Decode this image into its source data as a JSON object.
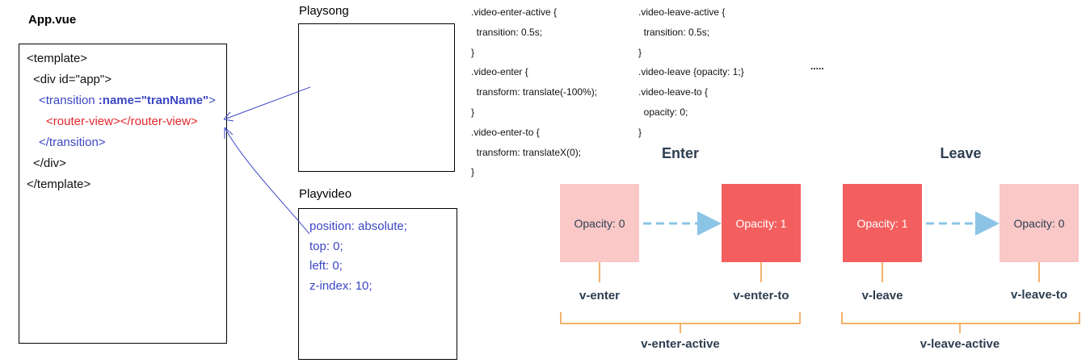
{
  "app_title": "App.vue",
  "template_code": {
    "line1": "<template>",
    "line2": "<div id=\"app\">",
    "line3_a": "<transition ",
    "line3_b": ":name=\"tranName\"",
    "line3_c": ">",
    "line4": "<router-view></router-view>",
    "line5": "</transition>",
    "line6": "</div>",
    "line7": "</template>"
  },
  "playsong": {
    "title": "Playsong"
  },
  "playvideo": {
    "title": "Playvideo",
    "lines": [
      "position: absolute;",
      "top: 0;",
      "left: 0;",
      "z-index: 10;"
    ]
  },
  "css_enter": [
    ".video-enter-active {",
    "  transition: 0.5s;",
    "}",
    ".video-enter {",
    "  transform: translate(-100%);",
    "}",
    ".video-enter-to {",
    "  transform: translateX(0);",
    "}"
  ],
  "css_leave": [
    ".video-leave-active {",
    "  transition: 0.5s;",
    "}",
    ".video-leave {opacity: 1;}",
    ".video-leave-to {",
    "  opacity: 0;",
    "}"
  ],
  "ellipsis": ".....",
  "diagram": {
    "enter_title": "Enter",
    "leave_title": "Leave",
    "enter_from": "Opacity: 0",
    "enter_to": "Opacity: 1",
    "leave_from": "Opacity: 1",
    "leave_to": "Opacity: 0",
    "lbl_v_enter": "v-enter",
    "lbl_v_enter_to": "v-enter-to",
    "lbl_v_leave": "v-leave",
    "lbl_v_leave_to": "v-leave-to",
    "lbl_enter_active": "v-enter-active",
    "lbl_leave_active": "v-leave-active"
  },
  "colors": {
    "code_blue": "#3b46c4",
    "code_red": "#e0282c",
    "state_light": "#f9c8c7",
    "state_dark": "#f35f5f",
    "arrow_dashed": "#8cc4e6",
    "bracket_orange": "#f5b26b",
    "diagram_text": "#2c3e50"
  }
}
